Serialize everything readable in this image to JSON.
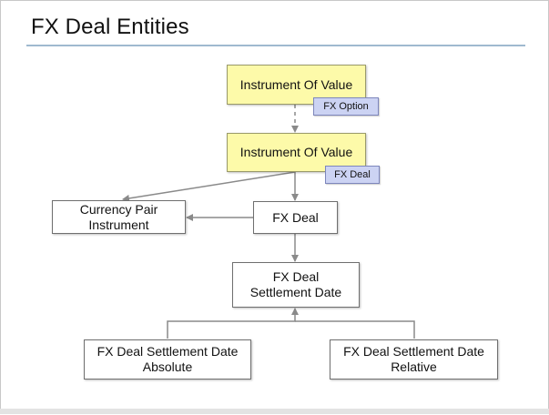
{
  "title": "FX Deal Entities",
  "nodes": {
    "iov_top": {
      "label": "Instrument Of Value",
      "tag": "FX Option"
    },
    "iov_mid": {
      "label": "Instrument Of Value",
      "tag": "FX Deal"
    },
    "currency_pair": {
      "label": "Currency Pair\nInstrument"
    },
    "fx_deal": {
      "label": "FX Deal"
    },
    "settlement_date": {
      "label": "FX Deal\nSettlement Date"
    },
    "settlement_absolute": {
      "label": "FX Deal Settlement Date\nAbsolute"
    },
    "settlement_relative": {
      "label": "FX Deal Settlement Date\nRelative"
    }
  },
  "colors": {
    "highlight_fill": "#fdfaa9",
    "tag_fill": "#ccd3f3",
    "connector": "#8a8a8a",
    "title_rule": "#9fb9cf"
  }
}
